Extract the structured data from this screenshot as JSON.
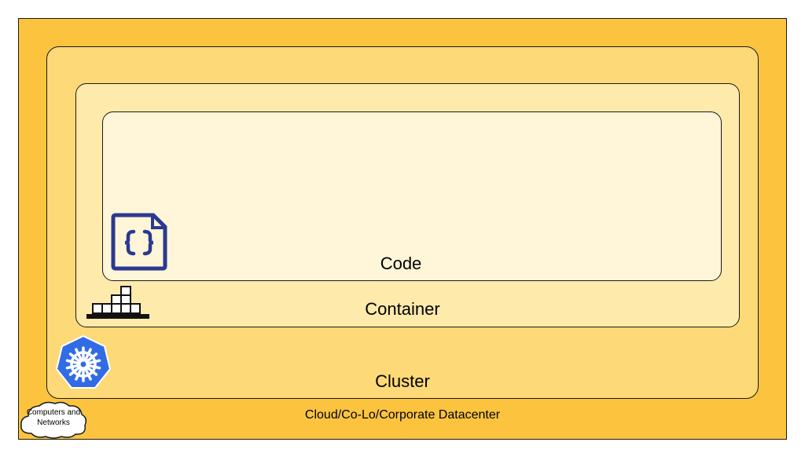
{
  "layers": {
    "datacenter_label": "Cloud/Co-Lo/Corporate Datacenter",
    "cluster_label": "Cluster",
    "container_label": "Container",
    "code_label": "Code"
  },
  "cloud_badge": {
    "label": "Computers and Networks"
  },
  "icons": {
    "code": "code-file-icon",
    "container": "container-ship-icon",
    "cluster": "kubernetes-helm-icon",
    "network": "cloud-icon"
  },
  "colors": {
    "datacenter": "#fbc33e",
    "cluster": "#fdd977",
    "container": "#feeaab",
    "code": "#fff5d8",
    "kubernetes_blue": "#326ce5",
    "code_icon_navy": "#2b3990"
  }
}
